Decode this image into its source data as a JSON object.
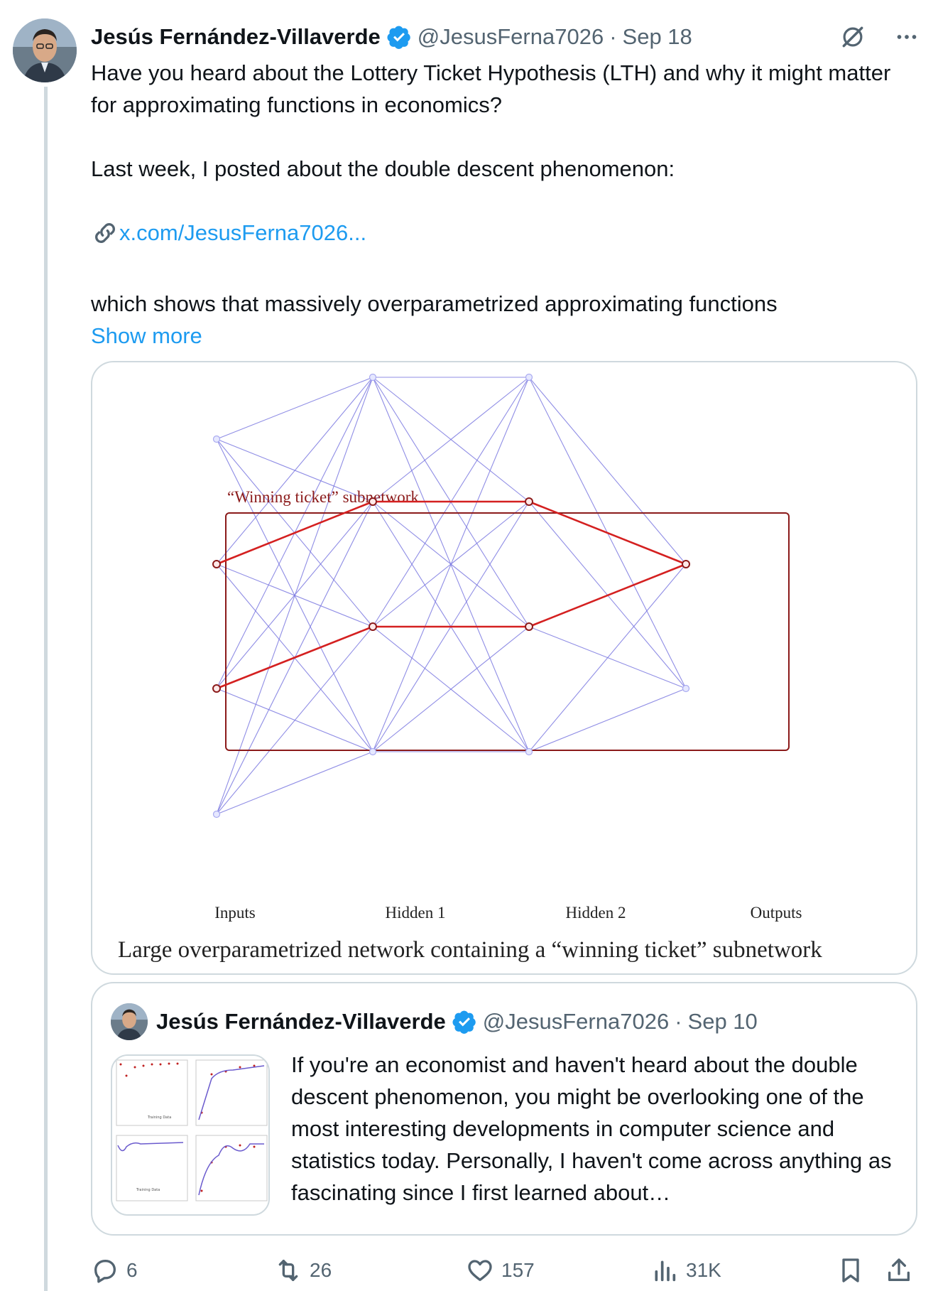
{
  "tweet": {
    "author_name": "Jesús Fernández-Villaverde",
    "handle": "@JesusFerna7026",
    "separator": "·",
    "date": "Sep 18",
    "text_line1": "Have you heard about the Lottery Ticket Hypothesis (LTH) and why it might matter for approximating functions in economics?",
    "text_line2": "Last week, I posted about the double descent phenomenon:",
    "link_text": "x.com/JesusFerna7026...",
    "text_line3": "which shows that massively overparametrized approximating functions",
    "show_more": "Show more"
  },
  "figure": {
    "subnetwork_label": "“Winning ticket” subnetwork",
    "layer_labels": [
      "Inputs",
      "Hidden 1",
      "Hidden 2",
      "Outputs"
    ],
    "caption": "Large overparametrized network containing a “winning ticket” subnetwork"
  },
  "quote": {
    "author_name": "Jesús Fernández-Villaverde",
    "handle": "@JesusFerna7026",
    "separator": "·",
    "date": "Sep 10",
    "text": "If you're an economist and haven't heard about the double descent phenomenon, you might be overlooking one of the most interesting developments in computer science and statistics today. Personally, I haven't come across anything as fascinating since I first learned about…"
  },
  "actions": {
    "replies": "6",
    "reposts": "26",
    "likes": "157",
    "views": "31K"
  },
  "colors": {
    "accent": "#1d9bf0",
    "secondary_text": "#536471",
    "network_edge": "#7b79e0",
    "winning_edge": "#d42020",
    "subnetwork_box": "#8b1a1a"
  },
  "icons": [
    "verified-badge-icon",
    "grok-icon",
    "more-icon",
    "link-icon",
    "reply-icon",
    "repost-icon",
    "like-icon",
    "views-icon",
    "bookmark-icon",
    "share-icon"
  ]
}
